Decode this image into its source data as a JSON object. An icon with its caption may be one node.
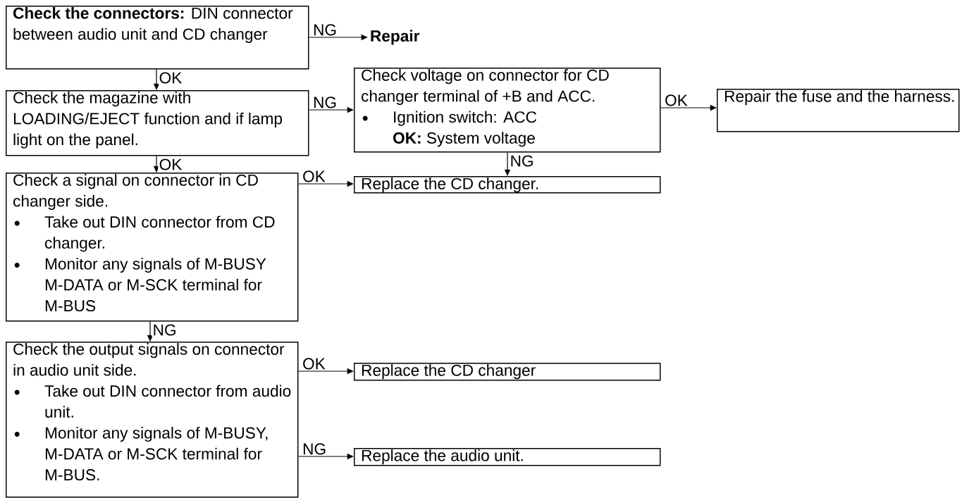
{
  "diagram": {
    "nodes": [
      {
        "text": [
          "**Check the connectors:** DIN connector between audio unit and CD changer"
        ]
      },
      {
        "text": [
          "Repair"
        ]
      },
      {
        "text": [
          "Check the magazine with LOADING/EJECT function and if lamp light on the panel."
        ]
      },
      {
        "text": [
          "Check voltage on connector for CD changer terminal of +B and ACC.",
          "Ignition switch: ACC",
          "**OK:** System voltage"
        ]
      },
      {
        "text": [
          "Repair the fuse and the harness."
        ]
      },
      {
        "text": [
          "Check a signal on connector in CD changer side.",
          "Take out DIN connector from CD changer.",
          "Monitor any signals of M-BUSY M-DATA or M-SCK terminal for M-BUS"
        ]
      },
      {
        "text": [
          "Replace the CD changer."
        ]
      },
      {
        "text": [
          "Check the output signals on connector in audio unit side.",
          "Take out  DIN connector from audio unit.",
          "Monitor any signals of M-BUSY, M-DATA or M-SCK terminal for M-BUS."
        ]
      },
      {
        "text": [
          "Replace the CD changer"
        ]
      },
      {
        "text": [
          "Replace the audio unit."
        ]
      }
    ],
    "edges": [
      {
        "from": 0,
        "to": 1,
        "arrow": "to",
        "label": "NG"
      },
      {
        "from": 0,
        "to": 2,
        "arrow": "to",
        "label": "OK"
      },
      {
        "from": 2,
        "to": 3,
        "arrow": "to",
        "label": "NG"
      },
      {
        "from": 3,
        "to": 4,
        "arrow": "to",
        "label": "OK"
      },
      {
        "from": 2,
        "to": 5,
        "arrow": "to",
        "label": "OK"
      },
      {
        "from": 3,
        "to": 6,
        "arrow": "to",
        "label": "NG"
      },
      {
        "from": 5,
        "to": 6,
        "arrow": "to",
        "label": "OK"
      },
      {
        "from": 5,
        "to": 7,
        "arrow": "to",
        "label": "NG"
      },
      {
        "from": 7,
        "to": 8,
        "arrow": "to",
        "label": "OK"
      },
      {
        "from": 7,
        "to": 9,
        "arrow": "to",
        "label": "NG"
      }
    ]
  }
}
